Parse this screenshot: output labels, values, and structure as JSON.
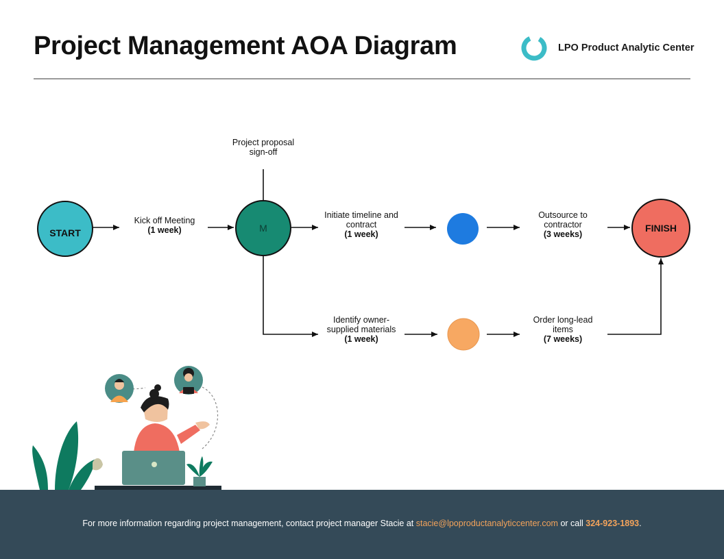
{
  "header": {
    "title": "Project Management AOA Diagram",
    "brand_name": "LPO Product Analytic Center",
    "logo_icon": "donut-ring-logo",
    "accent_color": "#3cbcc7"
  },
  "diagram": {
    "nodes": {
      "start": {
        "label": "START",
        "color": "#3cbcc7"
      },
      "m": {
        "label": "M",
        "color": "#178a72"
      },
      "blue": {
        "label": "",
        "color": "#1e7be0"
      },
      "orange": {
        "label": "",
        "color": "#f7a862"
      },
      "finish": {
        "label": "FINISH",
        "color": "#ef6d60"
      }
    },
    "activities": {
      "proposal": {
        "text": "Project proposal sign-off",
        "duration": ""
      },
      "kickoff": {
        "text": "Kick off Meeting",
        "duration": "(1 week)"
      },
      "timeline": {
        "text": "Initiate timeline and contract",
        "duration": "(1 week)"
      },
      "outsource": {
        "text": "Outsource to contractor",
        "duration": "(3 weeks)"
      },
      "identify": {
        "text": "Identify owner-supplied materials",
        "duration": "(1 week)"
      },
      "order": {
        "text": "Order long-lead items",
        "duration": "(7 weeks)"
      }
    }
  },
  "illustration": {
    "icon": "person-at-laptop-illustration"
  },
  "footer": {
    "text_before": "For more information regarding project management, contact project manager Stacie at ",
    "email": "stacie@lpoproductanalyticcenter.com",
    "text_middle": " or call ",
    "phone": "324-923-1893",
    "text_after": ".",
    "bg_color": "#344a58",
    "link_color": "#f3a35b"
  }
}
